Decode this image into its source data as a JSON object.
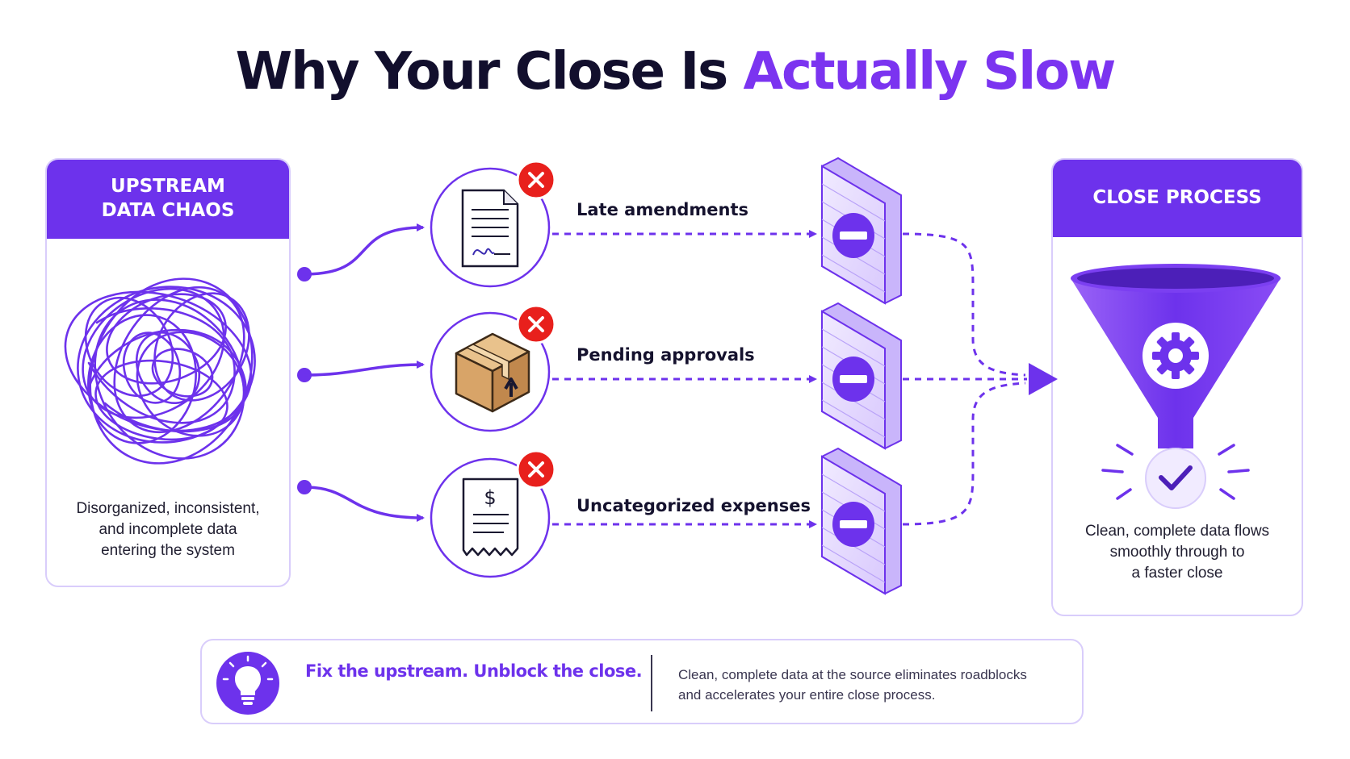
{
  "title": {
    "main": "Why Your Close Is ",
    "accent": "Actually Slow"
  },
  "upstream": {
    "header_line1": "UPSTREAM",
    "header_line2": "DATA CHAOS",
    "description_line1": "Disorganized, inconsistent,",
    "description_line2": "and incomplete data",
    "description_line3": "entering the system"
  },
  "blockers": [
    {
      "label": "Late amendments",
      "icon": "signed-document-icon"
    },
    {
      "label": "Pending approvals",
      "icon": "package-box-icon"
    },
    {
      "label": "Uncategorized expenses",
      "icon": "receipt-icon"
    }
  ],
  "close_process": {
    "header": "CLOSE PROCESS",
    "description_line1": "Clean, complete data flows",
    "description_line2": "smoothly through to",
    "description_line3": "a faster close"
  },
  "banner": {
    "headline": "Fix the upstream. Unblock the close.",
    "text_line1": "Clean, complete data at the source eliminates roadblocks",
    "text_line2": "and accelerates your entire close process."
  },
  "colors": {
    "accent": "#6d32ec",
    "title_accent": "#7b34f0",
    "error_red": "#e8201c",
    "border": "#d9cdfb"
  }
}
